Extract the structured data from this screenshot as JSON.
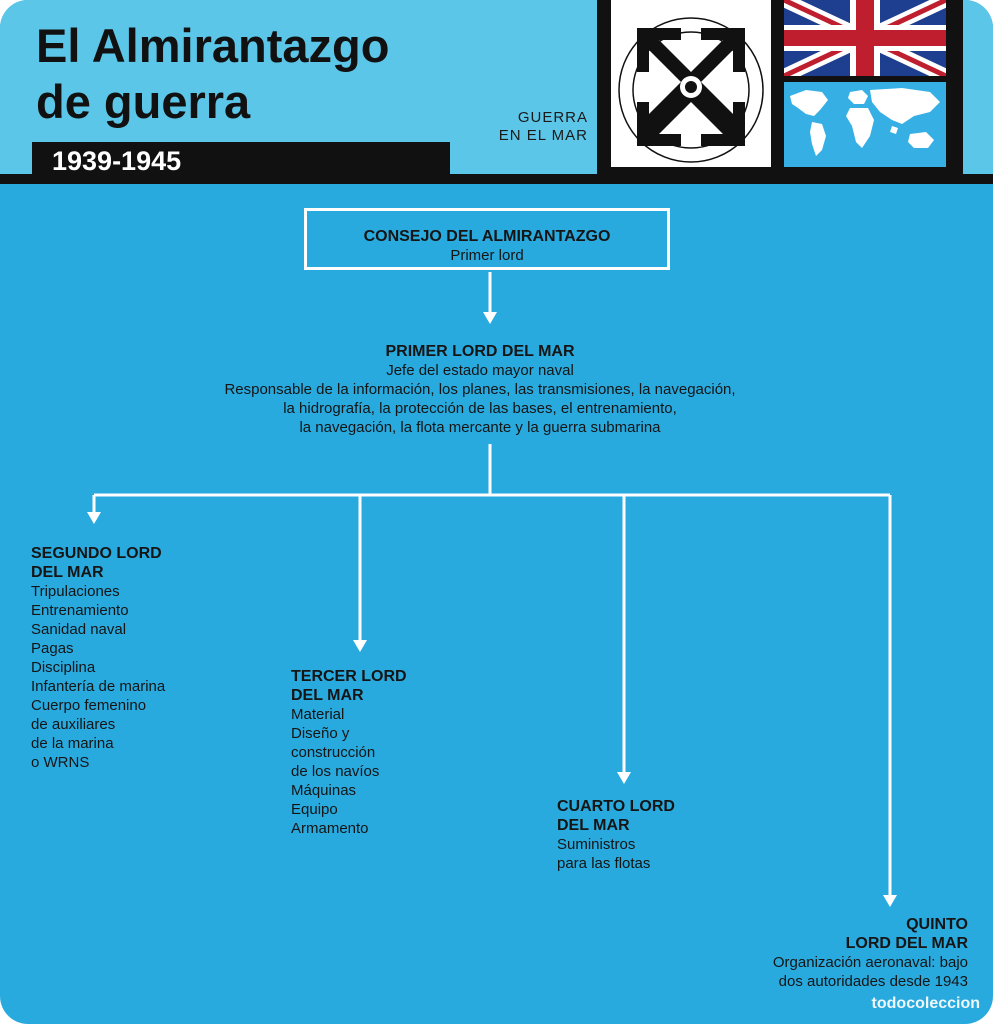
{
  "header": {
    "title_lines": [
      "El Almirantazgo",
      "de guerra"
    ],
    "years": "1939-1945",
    "series_lines": [
      "GUERRA",
      "EN EL MAR"
    ]
  },
  "icons": {
    "emblem": "crossed-arrows-emblem-icon",
    "flag": "union-jack-flag-icon",
    "map": "world-map-icon"
  },
  "colors": {
    "card_blue": "#29aadf",
    "header_blue": "#5cc6e8",
    "ink": "#111111",
    "connector": "#ffffff",
    "flag_red": "#bf1e2e",
    "flag_blue": "#1e3f8f"
  },
  "chart": {
    "council": {
      "heading": "CONSEJO DEL ALMIRANTAZGO",
      "lines": [
        "Primer lord"
      ]
    },
    "first_sea_lord": {
      "heading": "PRIMER LORD DEL MAR",
      "lines": [
        "Jefe del estado mayor naval",
        "Responsable de la información, los planes, las transmisiones, la navegación,",
        "la hidrografía, la protección de las bases, el entrenamiento,",
        "la navegación, la flota mercante y la guerra submarina"
      ]
    },
    "second_sea_lord": {
      "heading_lines": [
        "SEGUNDO LORD",
        "DEL MAR"
      ],
      "lines": [
        "Tripulaciones",
        "Entrenamiento",
        "Sanidad naval",
        "Pagas",
        "Disciplina",
        "Infantería de marina",
        "Cuerpo femenino",
        "de auxiliares",
        "de la marina",
        "o WRNS"
      ]
    },
    "third_sea_lord": {
      "heading_lines": [
        "TERCER LORD",
        "DEL MAR"
      ],
      "lines": [
        "Material",
        "Diseño y",
        "construcción",
        "de los navíos",
        "Máquinas",
        "Equipo",
        "Armamento"
      ]
    },
    "fourth_sea_lord": {
      "heading_lines": [
        "CUARTO LORD",
        "DEL MAR"
      ],
      "lines": [
        "Suministros",
        "para las flotas"
      ]
    },
    "fifth_sea_lord": {
      "heading_lines": [
        "QUINTO",
        "LORD DEL MAR"
      ],
      "lines": [
        "Organización aeronaval: bajo",
        "dos autoridades desde 1943"
      ]
    }
  },
  "watermark": "todocoleccion"
}
